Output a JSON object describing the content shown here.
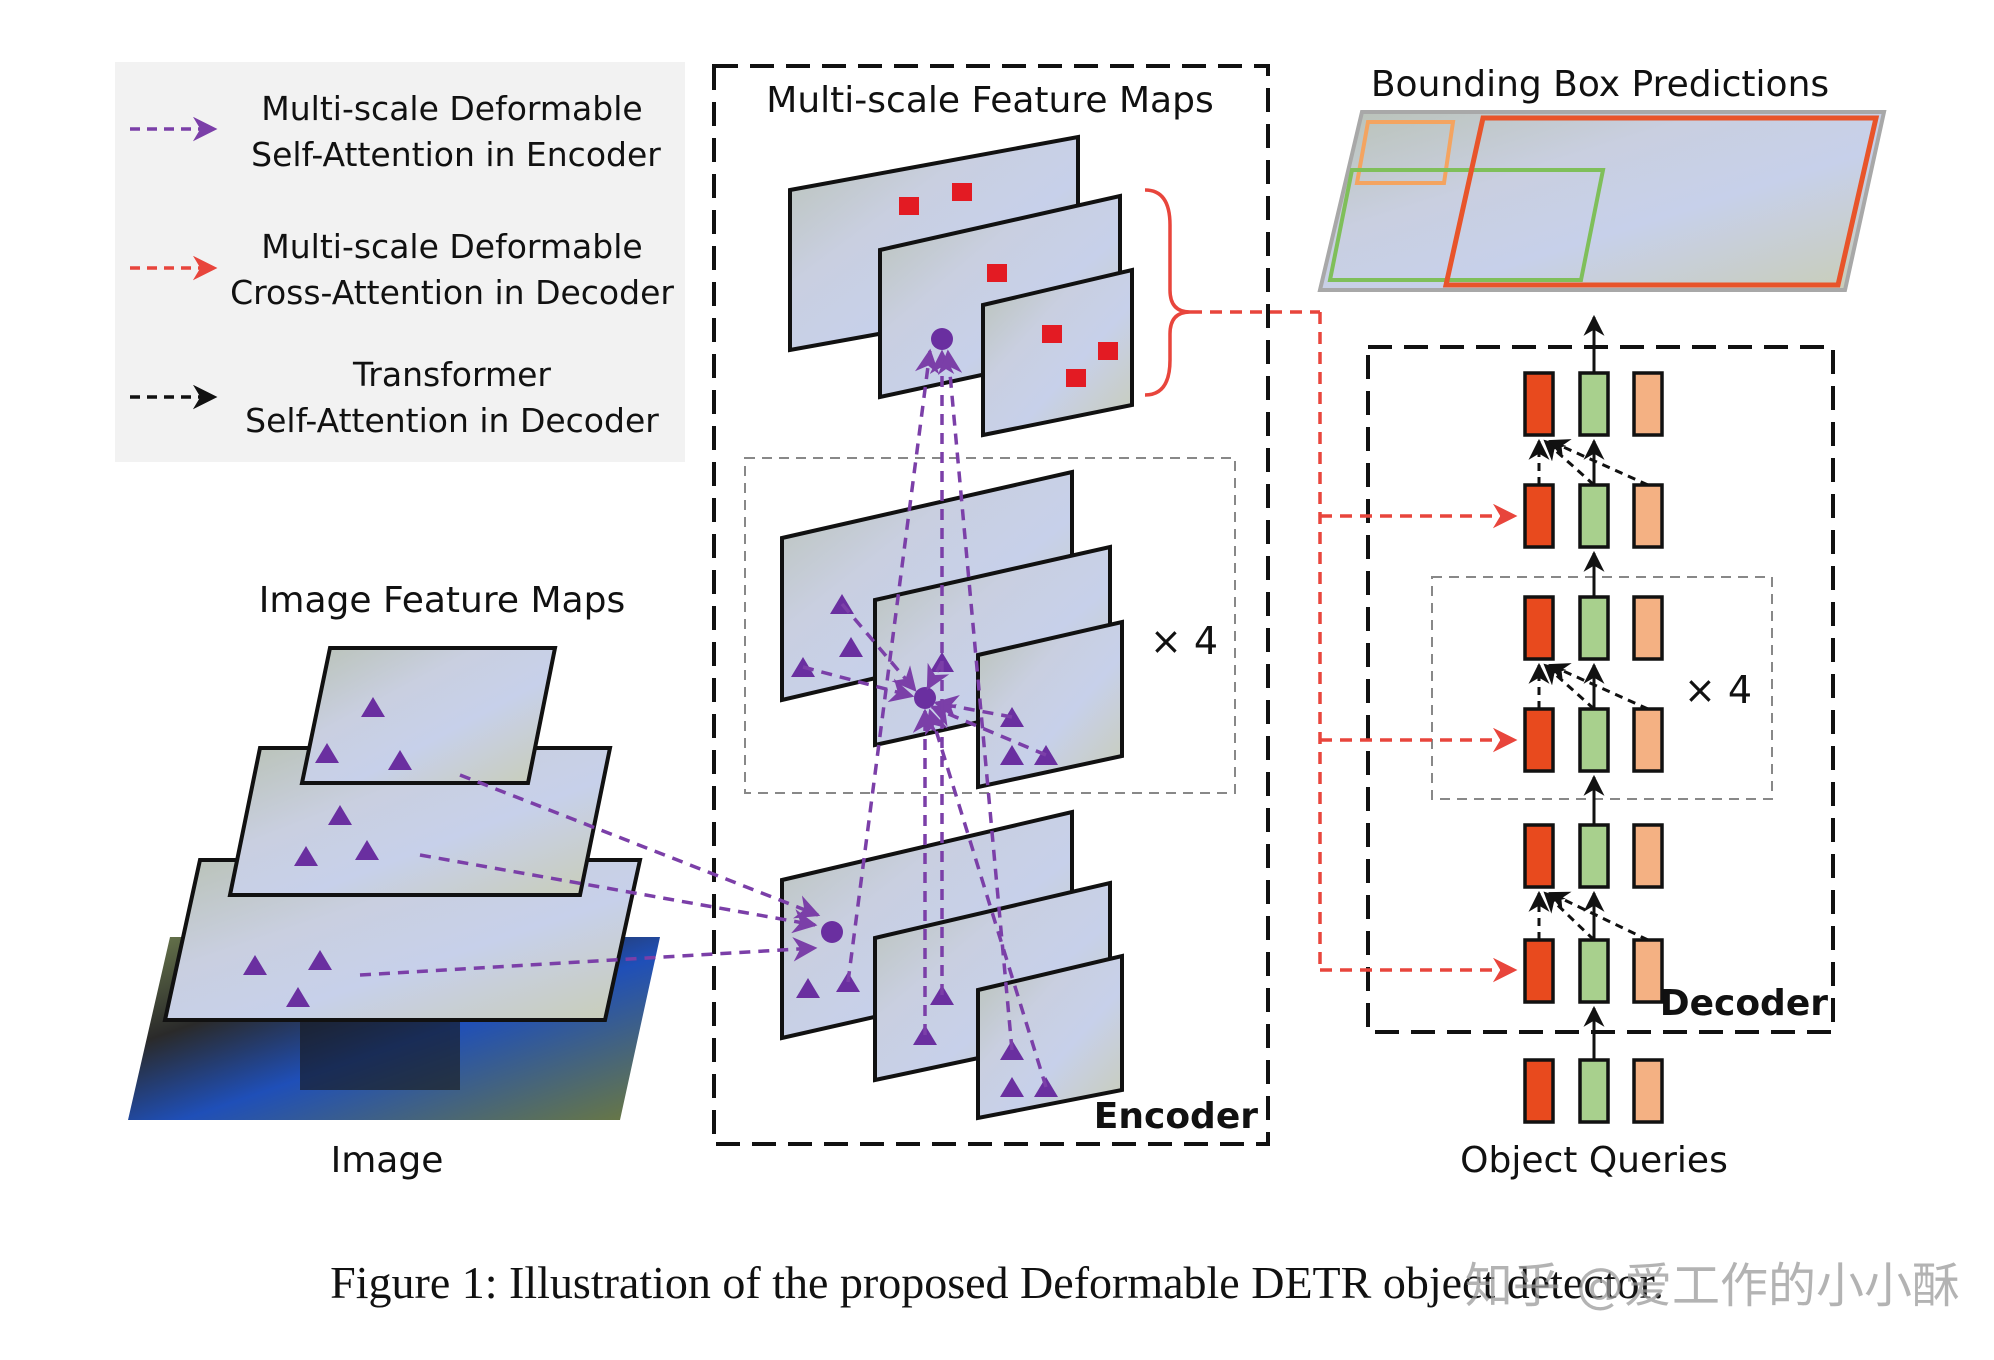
{
  "legend": {
    "items": [
      {
        "line1": "Multi-scale Deformable",
        "line2": "Self-Attention in Encoder",
        "color": "#7b3fa8"
      },
      {
        "line1": "Multi-scale Deformable",
        "line2": "Cross-Attention in Decoder",
        "color": "#e8453c"
      },
      {
        "line1": "Transformer",
        "line2": "Self-Attention in Decoder",
        "color": "#111111"
      }
    ]
  },
  "encoder": {
    "title": "Multi-scale Feature Maps",
    "repeat": "× 4",
    "label": "Encoder"
  },
  "decoder": {
    "repeat": "× 4",
    "label": "Decoder"
  },
  "predictions": {
    "title": "Bounding Box Predictions"
  },
  "image_feature_maps": {
    "title": "Image Feature Maps"
  },
  "image": {
    "label": "Image"
  },
  "object_queries": {
    "label": "Object Queries"
  },
  "caption": "Figure 1: Illustration of the proposed Deformable DETR object detector.",
  "watermark": "知乎 @爱工作的小小酥",
  "colors": {
    "purple": "#7b3fa8",
    "red": "#e8453c",
    "query_red": "#e84a1e",
    "query_green": "#a8d08d",
    "query_peach": "#f4b183",
    "box_orange": "#f4a460",
    "box_green": "#7fbf5a",
    "box_red": "#e8542a"
  }
}
